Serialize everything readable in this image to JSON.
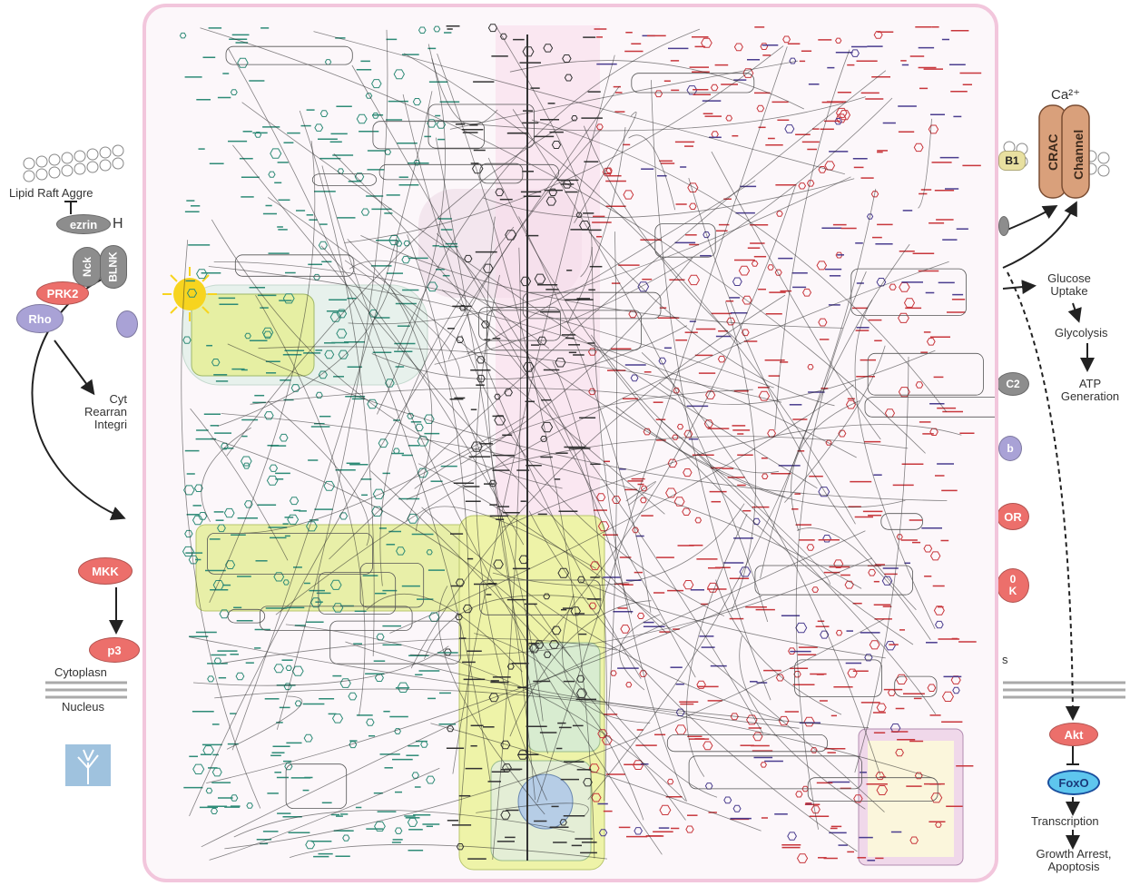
{
  "left_fragment": {
    "lipid_raft": "Lipid Raft Aggre",
    "ezrin": "ezrin",
    "h_letter": "H",
    "nck": "Nck",
    "blnk": "BLNK",
    "prk2": "PRK2",
    "rho": "Rho",
    "cyt_lines": [
      "Cyt",
      "Rearran",
      "Integri"
    ],
    "mkk": "MKK",
    "p3": "p3",
    "cytoplasm": "Cytoplasn",
    "nucleus": "Nucleus"
  },
  "right_fragment": {
    "ca": "Ca²⁺",
    "crac": "CRAC",
    "channel": "Channel",
    "b1": "B1",
    "glucose_uptake": [
      "Glucose",
      "Uptake"
    ],
    "glycolysis": "Glycolysis",
    "atp_generation": [
      "ATP",
      "Generation"
    ],
    "c2": "C2",
    "b": "b",
    "or": "OR",
    "k_lines": [
      "0",
      "K"
    ],
    "s": "s",
    "akt": "Akt",
    "foxo": "FoxO",
    "transcription": "Transcription",
    "growth_arrest": [
      "Growth Arrest,",
      "Apoptosis"
    ]
  },
  "colors": {
    "map_border": "#f2c6dc",
    "metabolite_green": "#2e8b77",
    "metabolite_red": "#c8373c",
    "metabolite_purple": "#4a3d8f",
    "region_yellow": "#eef3a8",
    "region_pink": "#f7d8e8",
    "node_red": "#ec6f6b",
    "node_purple": "#a9a2d6",
    "node_blue": "#5ec6ee",
    "channel": "#d9a07b"
  }
}
